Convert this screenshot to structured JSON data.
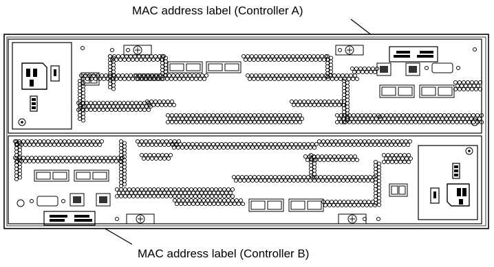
{
  "labels": {
    "controller_a": "MAC address label (Controller A)",
    "controller_b": "MAC address label (Controller B)",
    "figure_id": "ds48059"
  },
  "colors": {
    "line": "#000000",
    "fill": "#ffffff",
    "shade": "#222222"
  }
}
